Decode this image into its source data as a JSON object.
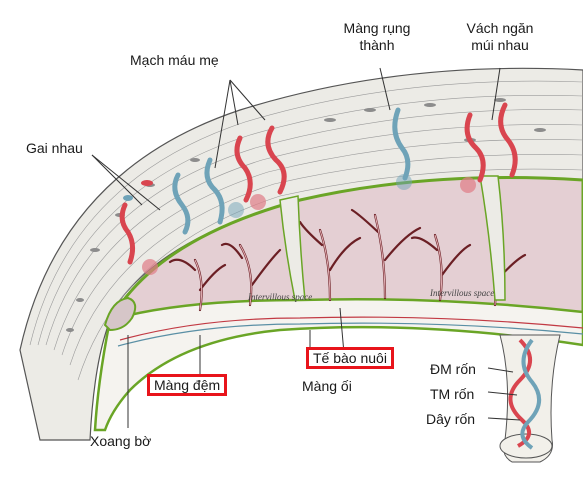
{
  "labels": {
    "mach_mau_me": "Mạch máu mẹ",
    "mang_rung_thanh": "Màng rụng\nthành",
    "vach_ngan_mui_nhau": "Vách ngăn\nmúi nhau",
    "gai_nhau": "Gai nhau",
    "te_bao_nuoi": "Tế bào nuôi",
    "mang_dem": "Màng đệm",
    "mang_oi": "Màng ối",
    "dm_ron": "ĐM rốn",
    "tm_ron": "TM rốn",
    "day_ron": "Dây rốn",
    "xoang_bo": "Xoang bờ"
  },
  "colors": {
    "artery": "#d9454f",
    "vein": "#6fa3b8",
    "chorion_outline": "#6aa526",
    "decidua_fill": "#ecebe6",
    "intervillous_fill": "#e4cfd3",
    "highlight_box": "#e8141b"
  }
}
